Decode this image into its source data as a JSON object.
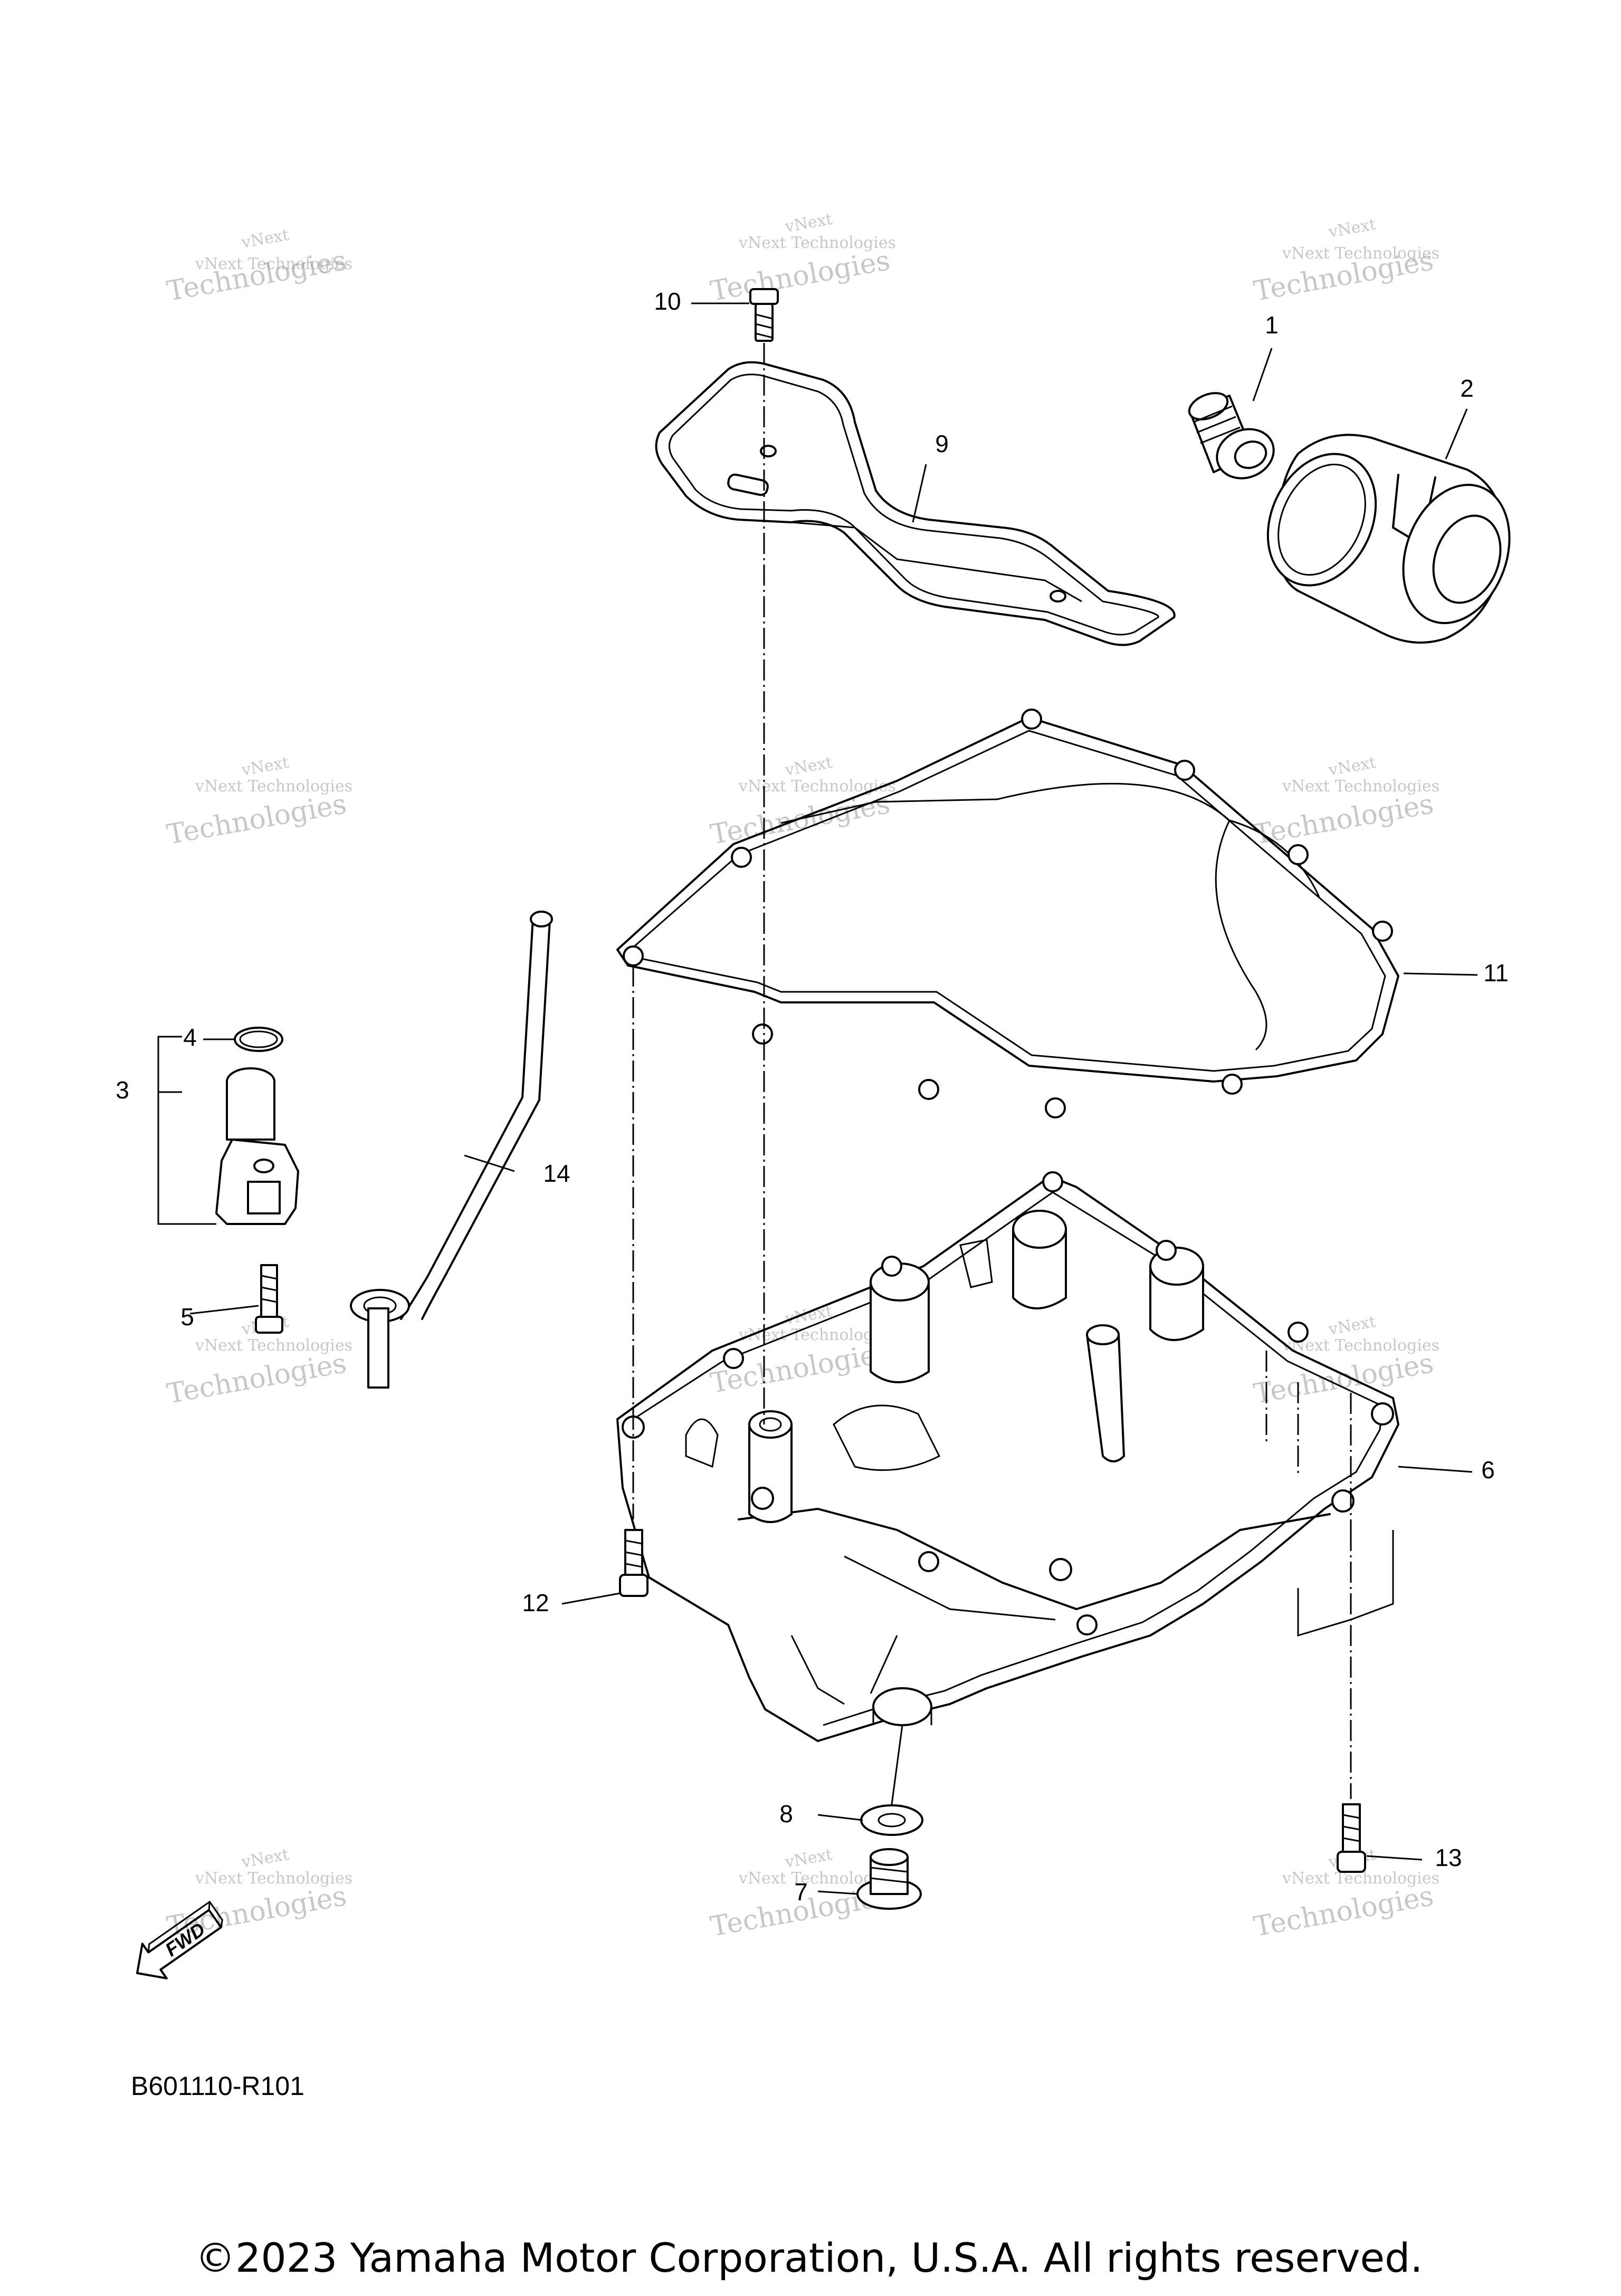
{
  "diagram": {
    "callouts": [
      {
        "id": "1",
        "label": "1"
      },
      {
        "id": "2",
        "label": "2"
      },
      {
        "id": "3",
        "label": "3"
      },
      {
        "id": "4",
        "label": "4"
      },
      {
        "id": "5",
        "label": "5"
      },
      {
        "id": "6",
        "label": "6"
      },
      {
        "id": "7",
        "label": "7"
      },
      {
        "id": "8",
        "label": "8"
      },
      {
        "id": "9",
        "label": "9"
      },
      {
        "id": "10",
        "label": "10"
      },
      {
        "id": "11",
        "label": "11"
      },
      {
        "id": "12",
        "label": "12"
      },
      {
        "id": "13",
        "label": "13"
      },
      {
        "id": "14",
        "label": "14"
      }
    ],
    "fwd_label": "FWD",
    "diagram_code": "B601110-R101",
    "copyright": "©2023 Yamaha Motor Corporation, U.S.A. All rights reserved.",
    "watermark": {
      "line1": "vNext Technologies",
      "line2": "vNext",
      "line3": "Technologies"
    }
  }
}
